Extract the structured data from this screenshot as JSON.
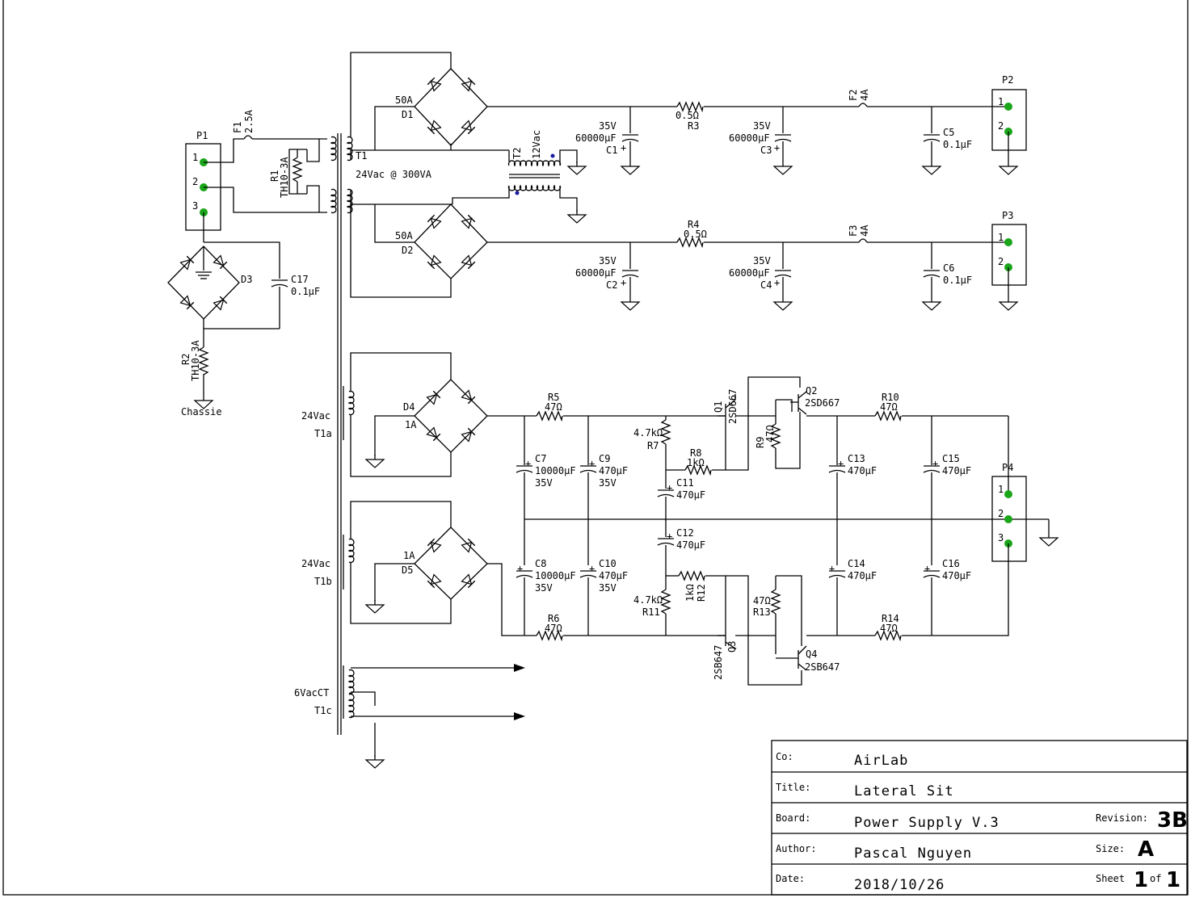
{
  "components": {
    "P1": {
      "ref": "P1",
      "pins": [
        "1",
        "2",
        "3"
      ]
    },
    "P2": {
      "ref": "P2",
      "pins": [
        "1",
        "2"
      ]
    },
    "P3": {
      "ref": "P3",
      "pins": [
        "1",
        "2"
      ]
    },
    "P4": {
      "ref": "P4",
      "pins": [
        "1",
        "2",
        "3"
      ]
    },
    "F1": {
      "ref": "F1",
      "value": "2.5A"
    },
    "F2": {
      "ref": "F2",
      "value": "4A"
    },
    "F3": {
      "ref": "F3",
      "value": "4A"
    },
    "R1": {
      "ref": "R1",
      "value": "TH10-3A"
    },
    "R2": {
      "ref": "R2",
      "value": "TH10-3A"
    },
    "T1": {
      "ref": "T1",
      "rating": "24Vac @ 300VA"
    },
    "T2": {
      "ref": "T2",
      "value": "12Vac"
    },
    "D1": {
      "ref": "D1",
      "value": "50A"
    },
    "D2": {
      "ref": "D2",
      "value": "50A"
    },
    "D3": {
      "ref": "D3"
    },
    "D4": {
      "ref": "D4",
      "value": "1A"
    },
    "D5": {
      "ref": "D5",
      "value": "1A"
    },
    "C1": {
      "ref": "C1",
      "v": "35V",
      "value": "60000µF"
    },
    "C2": {
      "ref": "C2",
      "v": "35V",
      "value": "60000µF"
    },
    "C3": {
      "ref": "C3",
      "v": "35V",
      "value": "60000µF"
    },
    "C4": {
      "ref": "C4",
      "v": "35V",
      "value": "60000µF"
    },
    "C5": {
      "ref": "C5",
      "value": "0.1µF"
    },
    "C6": {
      "ref": "C6",
      "value": "0.1µF"
    },
    "C17": {
      "ref": "C17",
      "value": "0.1µF"
    },
    "R3": {
      "ref": "R3",
      "value": "0.5Ω"
    },
    "R4": {
      "ref": "R4",
      "value": "0.5Ω"
    },
    "chassie": "Chassie",
    "T1a": {
      "ref": "T1a",
      "value": "24Vac"
    },
    "T1b": {
      "ref": "T1b",
      "value": "24Vac"
    },
    "T1c": {
      "ref": "T1c",
      "value": "6VacCT"
    },
    "R5": {
      "ref": "R5",
      "value": "47Ω"
    },
    "R6": {
      "ref": "R6",
      "value": "47Ω"
    },
    "R7": {
      "ref": "R7",
      "value": "4.7kΩ"
    },
    "R8": {
      "ref": "R8",
      "value": "1kΩ"
    },
    "R9": {
      "ref": "R9",
      "value": "47Ω"
    },
    "R10": {
      "ref": "R10",
      "value": "47Ω"
    },
    "R11": {
      "ref": "R11",
      "value": "4.7kΩ"
    },
    "R12": {
      "ref": "R12",
      "value": "1kΩ"
    },
    "R13": {
      "ref": "R13",
      "value": "47Ω"
    },
    "R14": {
      "ref": "R14",
      "value": "47Ω"
    },
    "C7": {
      "ref": "C7",
      "value": "10000µF",
      "v": "35V"
    },
    "C8": {
      "ref": "C8",
      "value": "10000µF",
      "v": "35V"
    },
    "C9": {
      "ref": "C9",
      "value": "470µF",
      "v": "35V"
    },
    "C10": {
      "ref": "C10",
      "value": "470µF",
      "v": "35V"
    },
    "C11": {
      "ref": "C11",
      "value": "470µF"
    },
    "C12": {
      "ref": "C12",
      "value": "470µF"
    },
    "C13": {
      "ref": "C13",
      "value": "470µF"
    },
    "C14": {
      "ref": "C14",
      "value": "470µF"
    },
    "C15": {
      "ref": "C15",
      "value": "470µF"
    },
    "C16": {
      "ref": "C16",
      "value": "470µF"
    },
    "Q1": {
      "ref": "Q1",
      "value": "2SD667"
    },
    "Q2": {
      "ref": "Q2",
      "value": "2SD667"
    },
    "Q3": {
      "ref": "Q3",
      "value": "2SB647"
    },
    "Q4": {
      "ref": "Q4",
      "value": "2SB647"
    }
  },
  "title_block": {
    "co_label": "Co:",
    "co": "AirLab",
    "title_label": "Title:",
    "title": "Lateral Sit",
    "board_label": "Board:",
    "board": "Power Supply V.3",
    "revision_label": "Revision:",
    "revision": "3B",
    "author_label": "Author:",
    "author": "Pascal Nguyen",
    "size_label": "Size:",
    "size": "A",
    "date_label": "Date:",
    "date": "2018/10/26",
    "sheet_label": "Sheet",
    "sheet": "1",
    "of_label": "of",
    "sheets": "1"
  },
  "colors": {
    "wire": "#000000",
    "pin": "#1aa51a",
    "dot": "#1a1aa0",
    "background": "#ffffff"
  }
}
